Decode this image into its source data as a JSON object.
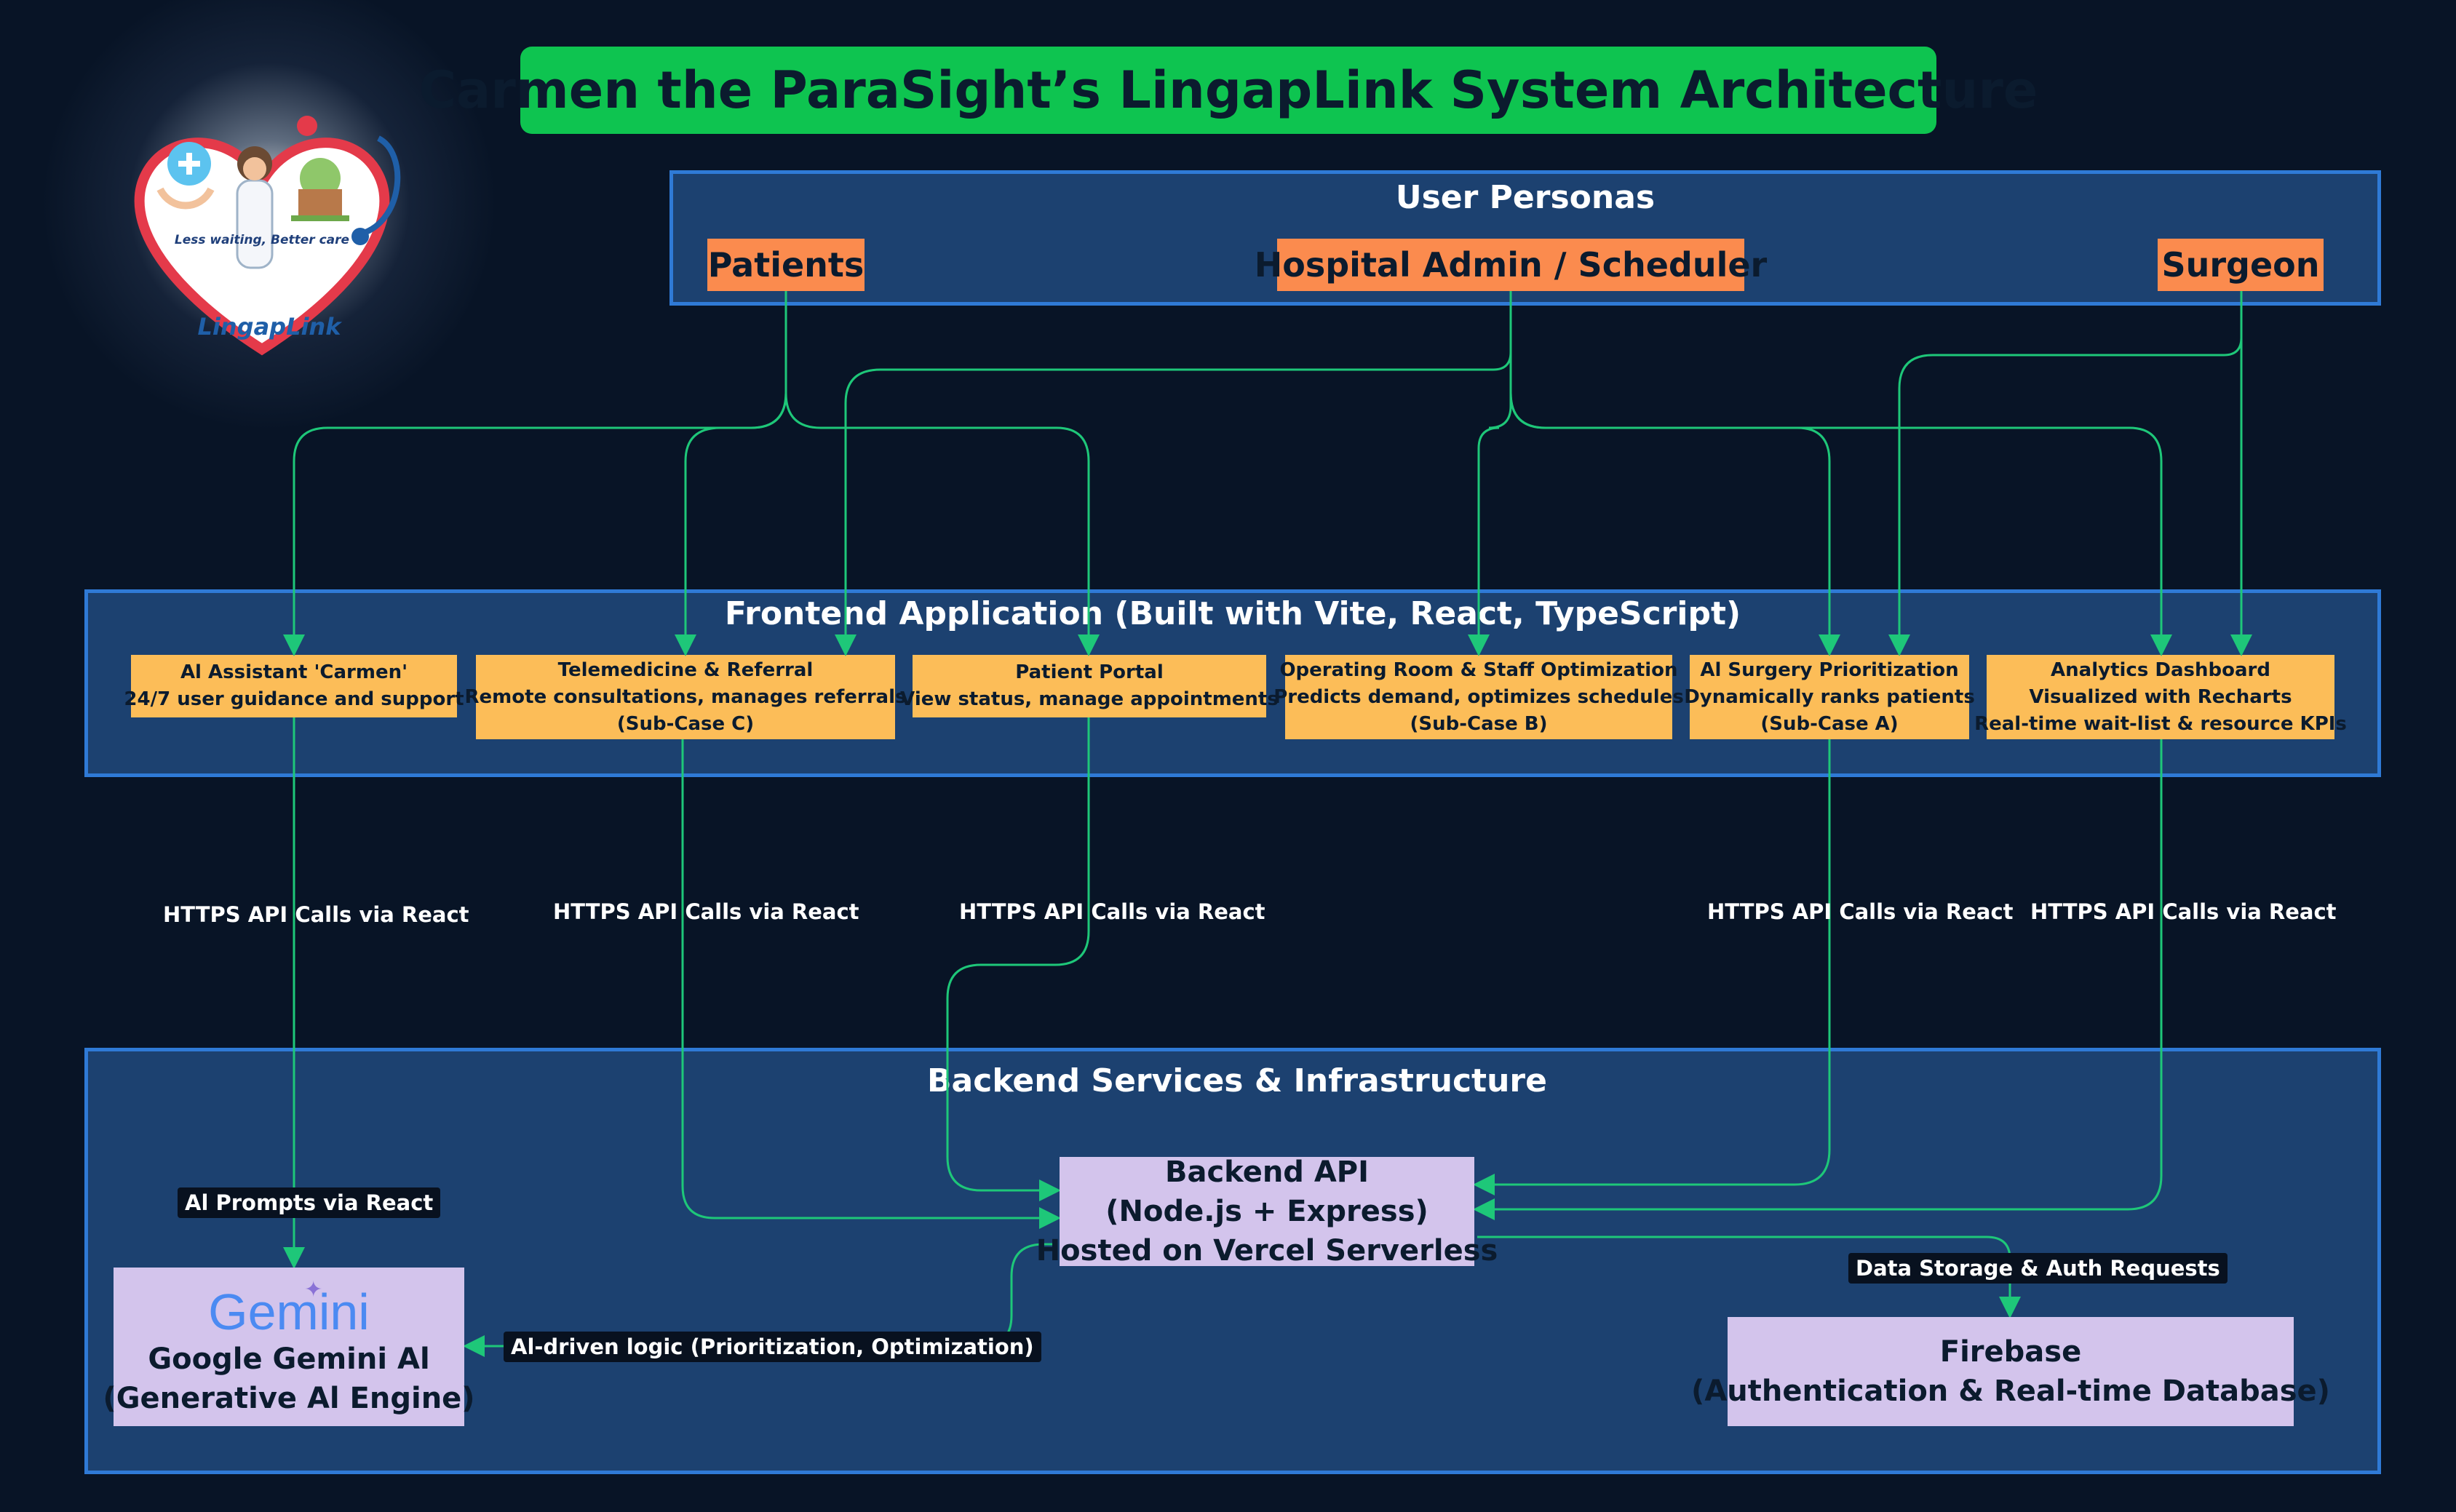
{
  "title": "Carmen the ParaSight’s LingapLink System Architecture",
  "logo": {
    "tagline": "Less waiting, Better care",
    "brand": "LingapLink"
  },
  "user_personas": {
    "heading": "User Personas",
    "items": [
      "Patients",
      "Hospital Admin / Scheduler",
      "Surgeon"
    ]
  },
  "frontend": {
    "heading": "Frontend Application (Built with Vite, React, TypeScript)",
    "features": [
      {
        "line1": "Al Assistant 'Carmen'",
        "line2": "24/7 user guidance and support",
        "line3": ""
      },
      {
        "line1": "Telemedicine & Referral",
        "line2": "Remote consultations, manages referrals",
        "line3": "(Sub-Case C)"
      },
      {
        "line1": "Patient Portal",
        "line2": "View status, manage appointments",
        "line3": ""
      },
      {
        "line1": "Operating Room & Staff Optimization",
        "line2": "Predicts demand, optimizes schedules",
        "line3": "(Sub-Case B)"
      },
      {
        "line1": "Al Surgery Prioritization",
        "line2": "Dynamically ranks patients",
        "line3": "(Sub-Case A)"
      },
      {
        "line1": "Analytics Dashboard",
        "line2": "Visualized with Recharts",
        "line3": "Real-time wait-list & resource KPIs"
      }
    ]
  },
  "connections": {
    "https_calls": "HTTPS API Calls via React",
    "ai_prompts": "Al Prompts via React",
    "ai_logic": "Al-driven logic (Prioritization, Optimization)",
    "data_storage": "Data Storage & Auth Requests"
  },
  "backend": {
    "heading": "Backend Services & Infrastructure",
    "api": {
      "line1": "Backend API",
      "line2": "(Node.js + Express)",
      "line3": "Hosted on Vercel Serverless"
    },
    "gemini": {
      "wordmark": "Gemini",
      "line1": "Google Gemini Al",
      "line2": "(Generative Al Engine)"
    },
    "firebase": {
      "line1": "Firebase",
      "line2": "(Authentication & Real-time Database)"
    }
  },
  "colors": {
    "background": "#081426",
    "title_fill": "#0ec450",
    "section_fill": "#1c4170",
    "section_border": "#2f7ad6",
    "persona_fill": "#fb8b4e",
    "feature_fill": "#fcbd58",
    "service_fill": "#d3c4ec",
    "connector": "#1ec779"
  }
}
